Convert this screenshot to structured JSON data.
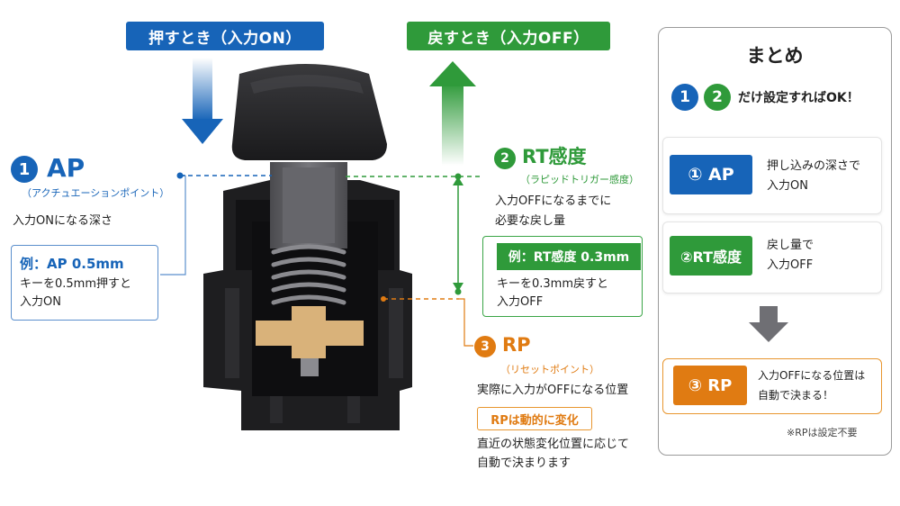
{
  "press_banner": "押すとき（入力ON）",
  "release_banner": "戻すとき（入力OFF）",
  "ap": {
    "number": "1",
    "title": "AP",
    "subtitle": "（アクチュエーションポイント）",
    "description": "入力ONになる深さ",
    "example_title": "例：AP 0.5mm",
    "example_line1": "キーを0.5mm押すと",
    "example_line2": "入力ON"
  },
  "rt": {
    "number": "2",
    "title": "RT感度",
    "subtitle": "（ラピッドトリガー感度）",
    "description_line1": "入力OFFになるまでに",
    "description_line2": "必要な戻し量",
    "example_title": "例：RT感度 0.3mm",
    "example_line1": "キーを0.3mm戻すと",
    "example_line2": "入力OFF"
  },
  "rp": {
    "number": "3",
    "title": "RP",
    "subtitle": "（リセットポイント）",
    "description": "実際に入力がOFFになる位置",
    "tag": "RPは動的に変化",
    "note_line1": "直近の状態変化位置に応じて",
    "note_line2": "自動で決まります"
  },
  "summary": {
    "title": "まとめ",
    "num1": "1",
    "num2": "2",
    "headline": "だけ設定すればOK！",
    "card1_label": "① AP",
    "card1_line1": "押し込みの深さで",
    "card1_line2": "入力ON",
    "card2_label": "②RT感度",
    "card2_line1": "戻し量で",
    "card2_line2": "入力OFF",
    "card3_label": "③ RP",
    "card3_line1": "入力OFFになる位置は",
    "card3_line2": "自動で決まる！",
    "footnote": "※RPは設定不要"
  },
  "colors": {
    "blue": "#1764b8",
    "green": "#2f9a3a",
    "orange": "#e07b12",
    "switch_dark": "#1d1d1f",
    "stem_gray": "#5a5a5e",
    "contact_gold": "#d9b27a"
  }
}
